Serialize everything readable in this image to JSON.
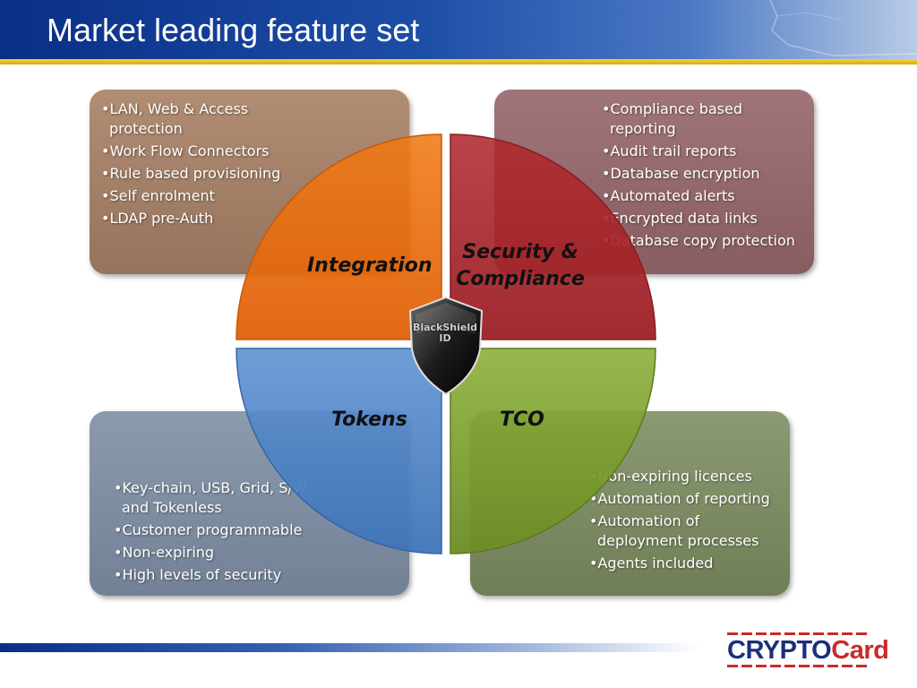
{
  "slide": {
    "title": "Market leading feature set",
    "colors": {
      "integration": "#ec6f0d",
      "security": "#a8262b",
      "tokens": "#4f86c8",
      "tco": "#7fa02f",
      "header_blue": "#0a2f86",
      "header_gold": "#f0c419"
    }
  },
  "quadrants": {
    "integration": {
      "label": "Integration",
      "features": [
        "LAN, Web & Access protection",
        "Work Flow Connectors",
        "Rule based provisioning",
        "Self enrolment",
        "LDAP pre-Auth"
      ]
    },
    "security": {
      "label_line1": "Security &",
      "label_line2": "Compliance",
      "features": [
        "Compliance based reporting",
        "Audit trail reports",
        "Database encryption",
        "Automated alerts",
        "Encrypted data links",
        "Database copy protection"
      ]
    },
    "tokens": {
      "label": "Tokens",
      "features": [
        "Key-chain, USB, Grid, S/W and Tokenless",
        "Customer programmable",
        "Non-expiring",
        "High levels of security"
      ]
    },
    "tco": {
      "label": "TCO",
      "features": [
        "Non-expiring licences",
        "Automation of reporting",
        "Automation of deployment processes",
        "Agents included"
      ]
    }
  },
  "center_badge": {
    "line1": "BlackShield",
    "line2": "ID",
    "icon": "shield-icon"
  },
  "footer": {
    "logo_part1": "CRYPTO",
    "logo_part2": "Card"
  }
}
